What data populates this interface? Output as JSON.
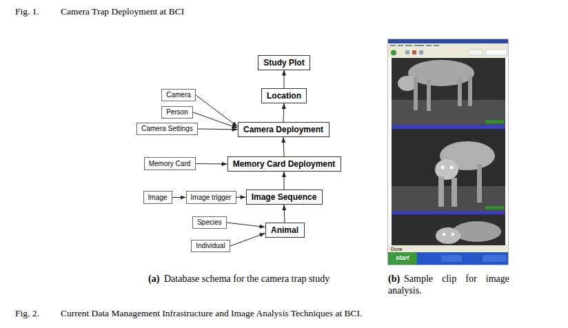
{
  "diagram": {
    "nodes": [
      {
        "text": [
          "Study Plot"
        ]
      },
      {
        "text": [
          "Camera"
        ]
      },
      {
        "text": [
          "Location"
        ]
      },
      {
        "text": [
          "Person"
        ]
      },
      {
        "text": [
          "Camera Settings"
        ]
      },
      {
        "text": [
          "Camera Deployment"
        ]
      },
      {
        "text": [
          "Memory Card"
        ]
      },
      {
        "text": [
          "Memory Card Deployment"
        ]
      },
      {
        "text": [
          "Image"
        ]
      },
      {
        "text": [
          "Image trigger"
        ]
      },
      {
        "text": [
          "Image Sequence"
        ]
      },
      {
        "text": [
          "Species"
        ]
      },
      {
        "text": [
          "Animal"
        ]
      },
      {
        "text": [
          "Individual"
        ]
      }
    ],
    "edges": [
      {
        "from": 5,
        "to": 2,
        "arrow": "to"
      },
      {
        "from": 2,
        "to": 0,
        "arrow": "to"
      },
      {
        "from": 1,
        "to": 5,
        "arrow": "to"
      },
      {
        "from": 3,
        "to": 5,
        "arrow": "to"
      },
      {
        "from": 4,
        "to": 5,
        "arrow": "to"
      },
      {
        "from": 7,
        "to": 5,
        "arrow": "to"
      },
      {
        "from": 6,
        "to": 7,
        "arrow": "to"
      },
      {
        "from": 10,
        "to": 7,
        "arrow": "to"
      },
      {
        "from": 8,
        "to": 9,
        "arrow": "to"
      },
      {
        "from": 9,
        "to": 10,
        "arrow": "to"
      },
      {
        "from": 12,
        "to": 10,
        "arrow": "to"
      },
      {
        "from": 11,
        "to": 12,
        "arrow": "to"
      },
      {
        "from": 13,
        "to": 12,
        "arrow": "to"
      }
    ],
    "labels": [
      "Fig. 1.",
      "Camera Trap Deployment at BCI",
      "Done",
      "start",
      "(a)",
      "Database schema for the camera trap study",
      "(b)",
      "Sample clip for image analysis.",
      "Fig. 2.",
      "Current Data Management Infrastructure and Image Analysis Techniques at BCI."
    ]
  }
}
